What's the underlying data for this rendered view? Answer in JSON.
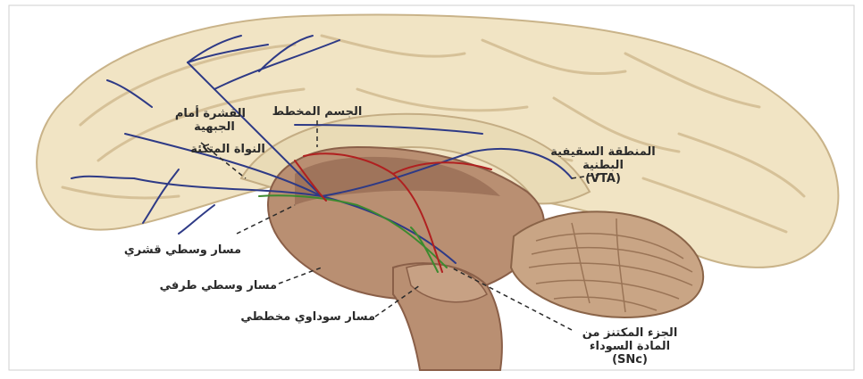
{
  "labels": {
    "prefrontal_cortex": [
      "القشرة أمام",
      "الجبهية"
    ],
    "striatum": "الجسم المخطط",
    "nucleus_accumbens": "النواة المتكئة",
    "vta": [
      "المنطقة السقيفية",
      "البطنية",
      "(VTA)"
    ],
    "mesocortical": "مسار وسطي قشري",
    "mesolimbic": "مسار وسطي طرفي",
    "nigrostriatal": "مسار سوداوي مخططي",
    "snc": [
      "الجزء المكتنز من",
      "المادة السوداء",
      "(SNc)"
    ]
  },
  "colors": {
    "background": "#ffffff",
    "cerebrum": "#f1e4c4",
    "cerebrum_shadow": "#d9c7a0",
    "brainstem": "#b98f72",
    "brainstem_dark": "#8a5f48",
    "cerebellum": "#c9a585",
    "pathway_mesocortical": "#2e3a86",
    "pathway_mesolimbic": "#3c8a2e",
    "pathway_nigrostriatal": "#b02020",
    "label_text": "#2a2a2a"
  }
}
